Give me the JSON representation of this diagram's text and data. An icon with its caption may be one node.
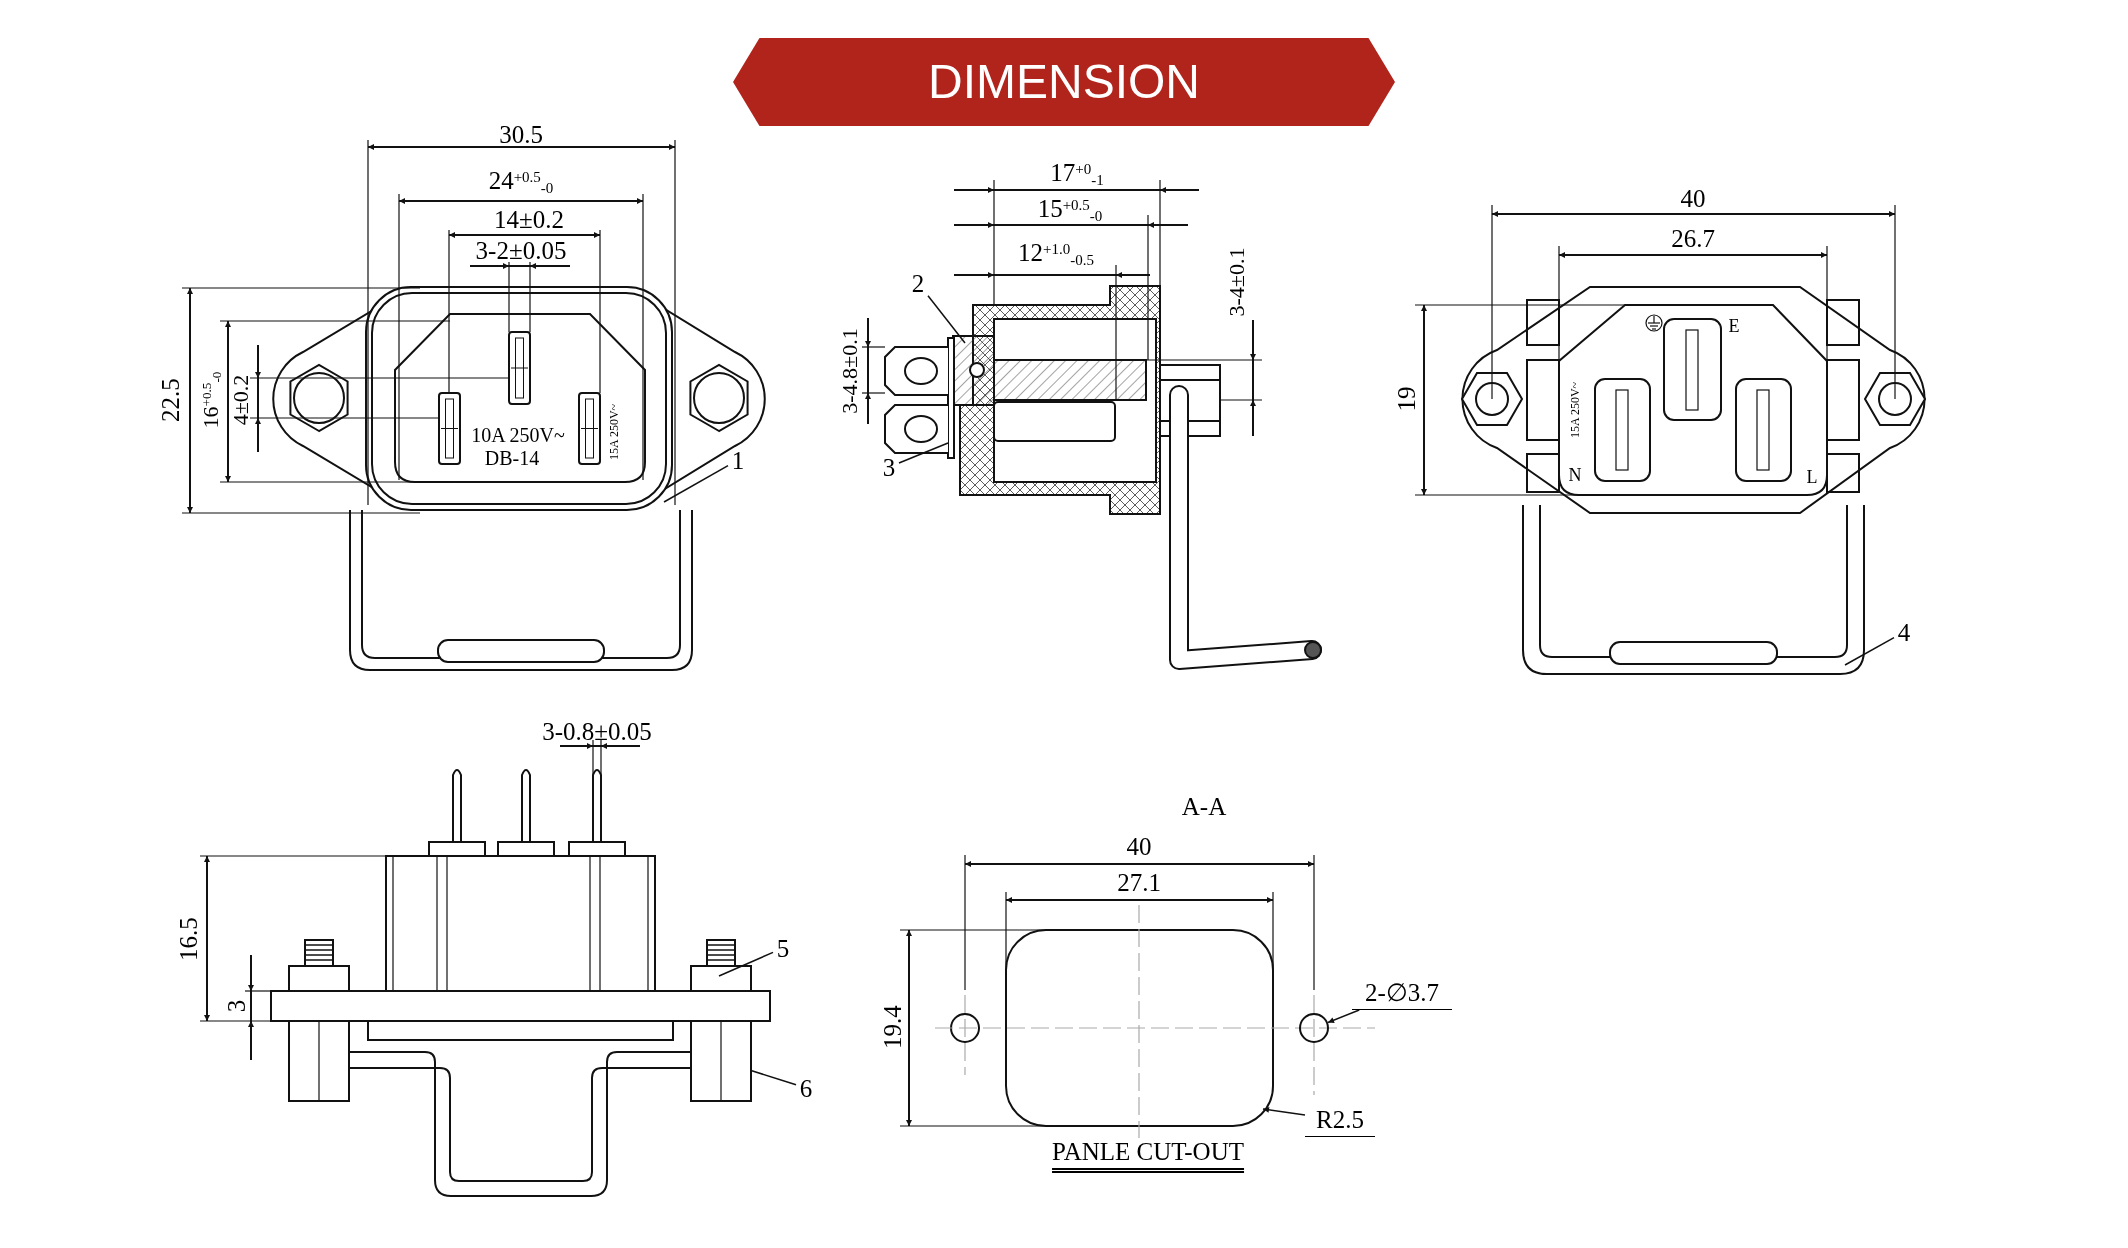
{
  "diagram": {
    "title": "DIMENSION",
    "nodes": [
      {
        "text": [
          "1"
        ]
      },
      {
        "text": [
          "2"
        ]
      },
      {
        "text": [
          "3"
        ]
      },
      {
        "text": [
          "4"
        ]
      },
      {
        "text": [
          "5"
        ]
      },
      {
        "text": [
          "6"
        ]
      },
      {
        "text": [
          "2-∅3.7"
        ]
      },
      {
        "text": [
          "R2.5"
        ]
      },
      {
        "text": [],
        "shape": "circle"
      },
      {
        "text": [],
        "shape": "box"
      }
    ],
    "edges": [
      {
        "from": 0,
        "to": null,
        "arrow": "none"
      },
      {
        "from": 1,
        "to": null,
        "arrow": "none"
      },
      {
        "from": 2,
        "to": null,
        "arrow": "none"
      },
      {
        "from": 3,
        "to": null,
        "arrow": "none"
      },
      {
        "from": 4,
        "to": null,
        "arrow": "none"
      },
      {
        "from": 5,
        "to": 9,
        "arrow": "none"
      },
      {
        "from": 6,
        "to": 8,
        "arrow": "to"
      },
      {
        "from": 7,
        "to": null,
        "arrow": "to"
      }
    ],
    "labels": [
      "30.5",
      "24$^{+0.5}$$_{-0}$",
      "14±0.2",
      "3-2±0.05",
      "22.5",
      "16$^{+0.5}$$_{-0}$",
      "4±0.2",
      "10A 250V~",
      "DB-14",
      "15A 250V~",
      "17$^{+0}$$_{-1}$",
      "15$^{+0.5}$$_{-0}$",
      "12$^{+1.0}$$_{-0.5}$",
      "3-4.8±0.1",
      "3-4±0.1",
      "40",
      "26.7",
      "19",
      "E",
      "15A 250V~",
      "N",
      "L",
      "3-0.8±0.05",
      "16.5",
      "3",
      "A-A",
      "40",
      "27.1",
      "19.4",
      "PANLE CUT-OUT"
    ]
  }
}
